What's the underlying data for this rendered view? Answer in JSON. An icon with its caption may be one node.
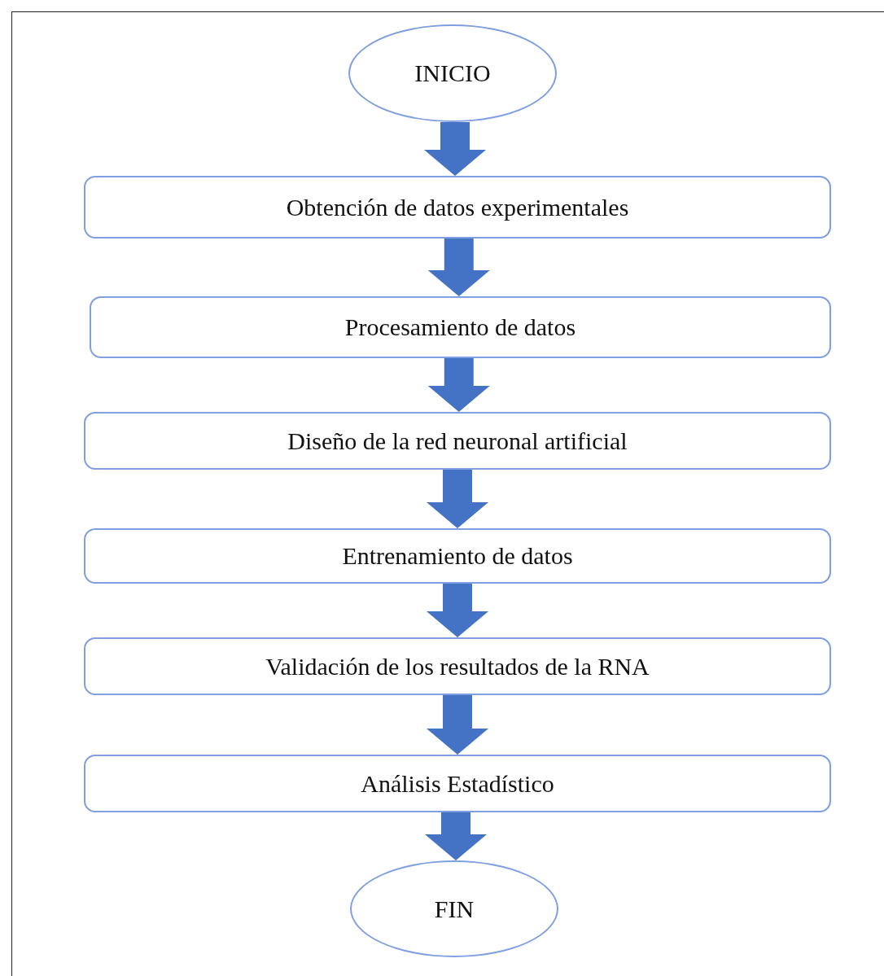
{
  "diagram": {
    "nodes": [
      {
        "text": [
          "INICIO"
        ]
      },
      {
        "text": [
          "Obtención de datos experimentales"
        ]
      },
      {
        "text": [
          "Procesamiento de datos"
        ]
      },
      {
        "text": [
          "Diseño de la red neuronal artificial"
        ]
      },
      {
        "text": [
          "Entrenamiento de datos"
        ]
      },
      {
        "text": [
          "Validación de los resultados de la RNA"
        ]
      },
      {
        "text": [
          "Análisis Estadístico"
        ]
      },
      {
        "text": [
          "FIN"
        ]
      }
    ],
    "edges": [
      {
        "from": 0,
        "to": 1,
        "arrow": "to",
        "style": "thick"
      },
      {
        "from": 1,
        "to": 2,
        "arrow": "to",
        "style": "thick"
      },
      {
        "from": 2,
        "to": 3,
        "arrow": "to",
        "style": "thick"
      },
      {
        "from": 3,
        "to": 4,
        "arrow": "to",
        "style": "thick"
      },
      {
        "from": 4,
        "to": 5,
        "arrow": "to",
        "style": "thick"
      },
      {
        "from": 5,
        "to": 6,
        "arrow": "to",
        "style": "thick"
      },
      {
        "from": 6,
        "to": 7,
        "arrow": "to",
        "style": "thick"
      }
    ]
  }
}
